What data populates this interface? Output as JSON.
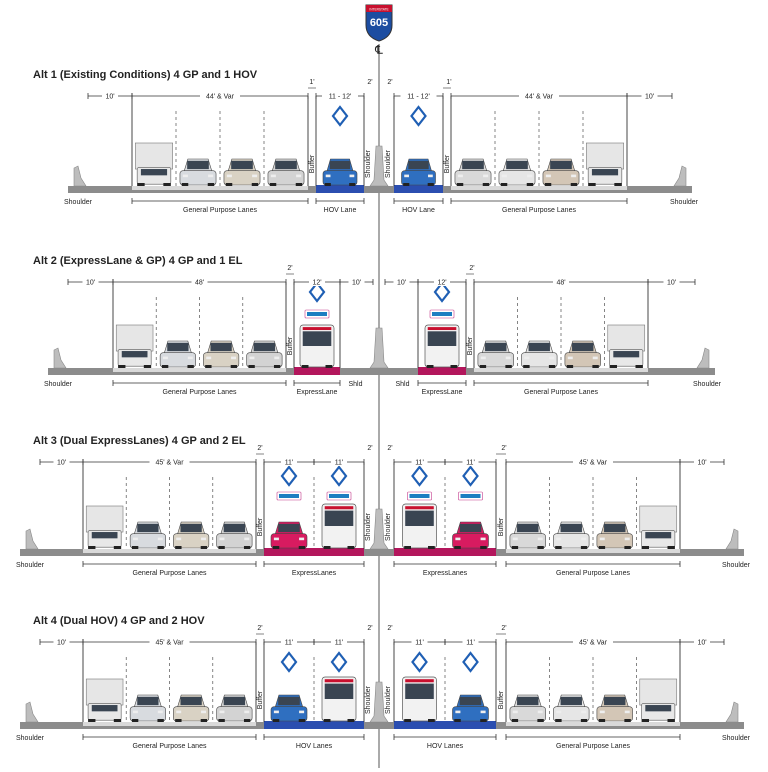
{
  "shield": {
    "text": "INTERSTATE",
    "number": "605",
    "centerline_symbol": "℄"
  },
  "colors": {
    "hov_lane": "#2b4eb0",
    "express_lane": "#b3165c",
    "shield_blue": "#1c4da1",
    "shield_red": "#c8102e",
    "road": "#8c8c8c",
    "barrier": "#bdbdbd",
    "diamond": "#1f5fb4"
  },
  "sections": [
    {
      "title": "Alt 1 (Existing Conditions) 4 GP and 1 HOV",
      "special_type": "hov",
      "dims": {
        "shoulder": "10'",
        "gp": "44' & Var",
        "buffer": "1'",
        "special": "11 - 12'",
        "median": "2'"
      },
      "labels": {
        "shoulder": "Shoulder",
        "gp": "General Purpose Lanes",
        "buffer": "Buffer",
        "special": "HOV Lane",
        "median": "Shoulder"
      }
    },
    {
      "title": "Alt 2 (ExpressLane & GP) 4 GP and 1 EL",
      "special_type": "express",
      "dims": {
        "shoulder": "10'",
        "gp": "48'",
        "buffer": "2'",
        "special": "12'",
        "median": "10'"
      },
      "labels": {
        "shoulder": "Shoulder",
        "gp": "General Purpose Lanes",
        "buffer": "Buffer",
        "special": "ExpressLane",
        "median": "Shld"
      }
    },
    {
      "title": "Alt 3 (Dual ExpressLanes) 4 GP and 2 EL",
      "special_type": "express",
      "dims": {
        "shoulder": "10'",
        "gp": "45' & Var",
        "buffer": "2'",
        "special": "11'",
        "median": "2'"
      },
      "labels": {
        "shoulder": "Shoulder",
        "gp": "General Purpose Lanes",
        "buffer": "Buffer",
        "special": "ExpressLanes",
        "median": "Shoulder"
      }
    },
    {
      "title": "Alt 4 (Dual HOV) 4 GP and 2 HOV",
      "special_type": "hov",
      "dims": {
        "shoulder": "10'",
        "gp": "45' & Var",
        "buffer": "2'",
        "special": "11'",
        "median": "2'"
      },
      "labels": {
        "shoulder": "Shoulder",
        "gp": "General Purpose Lanes",
        "buffer": "Buffer",
        "special": "HOV Lanes",
        "median": "Shoulder"
      }
    }
  ]
}
